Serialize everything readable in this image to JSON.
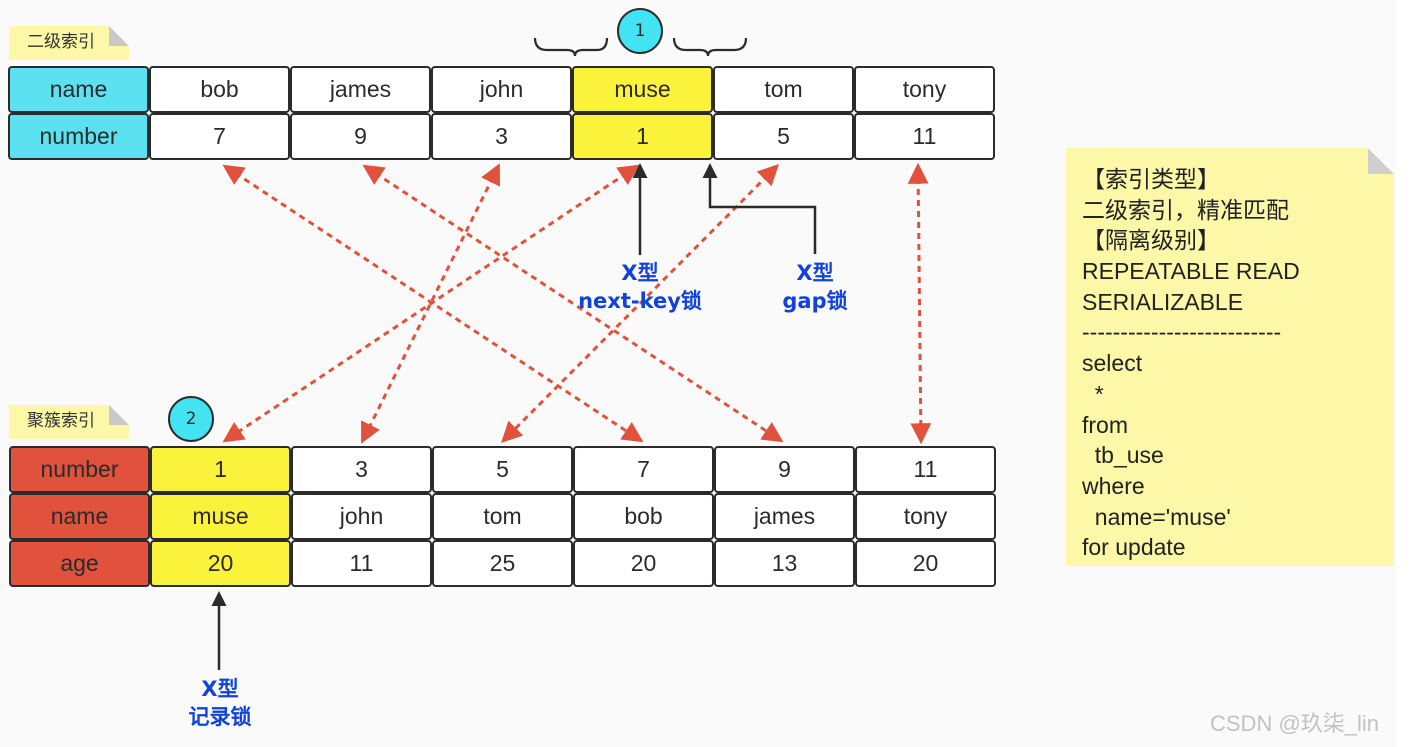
{
  "secondary_index": {
    "tag": "二级索引",
    "rows": [
      {
        "header": "name",
        "cells": [
          "bob",
          "james",
          "john",
          "muse",
          "tom",
          "tony"
        ]
      },
      {
        "header": "number",
        "cells": [
          "7",
          "9",
          "3",
          "1",
          "5",
          "11"
        ]
      }
    ],
    "badge": "1"
  },
  "clustered_index": {
    "tag": "聚簇索引",
    "rows": [
      {
        "header": "number",
        "cells": [
          "1",
          "3",
          "5",
          "7",
          "9",
          "11"
        ]
      },
      {
        "header": "name",
        "cells": [
          "muse",
          "john",
          "tom",
          "bob",
          "james",
          "tony"
        ]
      },
      {
        "header": "age",
        "cells": [
          "20",
          "11",
          "25",
          "20",
          "13",
          "20"
        ]
      }
    ],
    "badge": "2"
  },
  "locks": {
    "next_key": {
      "line1": "X型",
      "line2": "next-key锁"
    },
    "gap": {
      "line1": "X型",
      "line2": "gap锁"
    },
    "record": {
      "line1": "X型",
      "line2": "记录锁"
    }
  },
  "side_note": {
    "lines": [
      "【索引类型】",
      "二级索引，精准匹配",
      "【隔离级别】",
      "REPEATABLE READ",
      "SERIALIZABLE",
      "--------------------------",
      "select",
      "  *",
      "from",
      "  tb_use",
      "where",
      "  name='muse'",
      "for update"
    ]
  },
  "watermark": "CSDN @玖柒_lin",
  "colors": {
    "header_cyan": "#5ce1f0",
    "header_red": "#e0523c",
    "highlight": "#fbf23b",
    "lock_label": "#1243d9",
    "arrow_dashed": "#e0523c",
    "note_bg": "#fdf7a8"
  }
}
